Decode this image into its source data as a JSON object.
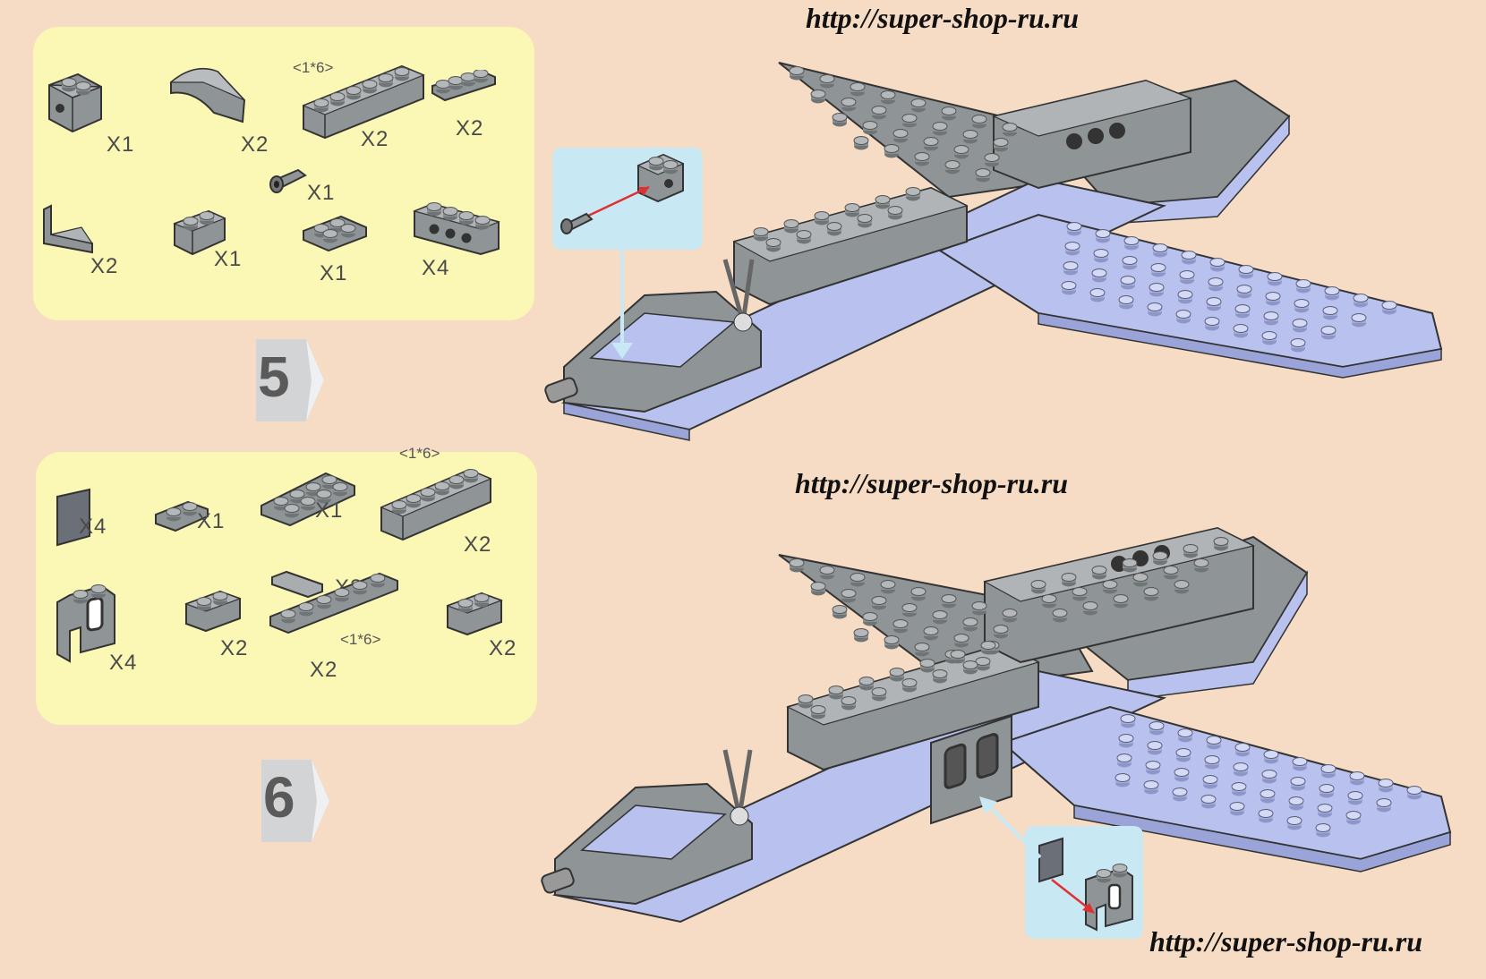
{
  "watermarks": [
    "http://super-shop-ru.ru",
    "http://super-shop-ru.ru",
    "http://super-shop-ru.ru"
  ],
  "step5": {
    "number": "5",
    "parts": [
      {
        "qty": "X1"
      },
      {
        "qty": "X2"
      },
      {
        "qty": "X2",
        "size": "<1*6>"
      },
      {
        "qty": "X2"
      },
      {
        "qty": "X1"
      },
      {
        "qty": "X2"
      },
      {
        "qty": "X1"
      },
      {
        "qty": "X1"
      },
      {
        "qty": "X4"
      }
    ]
  },
  "step6": {
    "number": "6",
    "parts": [
      {
        "qty": "X4"
      },
      {
        "qty": "X1"
      },
      {
        "qty": "X1"
      },
      {
        "qty": "X2",
        "size": "<1*6>"
      },
      {
        "qty": "X2"
      },
      {
        "qty": "X4"
      },
      {
        "qty": "X2"
      },
      {
        "qty": "X2",
        "size": "<1*6>"
      },
      {
        "qty": "X2"
      }
    ]
  },
  "colors": {
    "background": "#f6dcc4",
    "parts_panel": "#fbf7b4",
    "callout": "#c8e8f4",
    "brick_gray": "#8f9496",
    "fuselage_lavender": "#b9c2ee",
    "arrow_red": "#e03030"
  }
}
